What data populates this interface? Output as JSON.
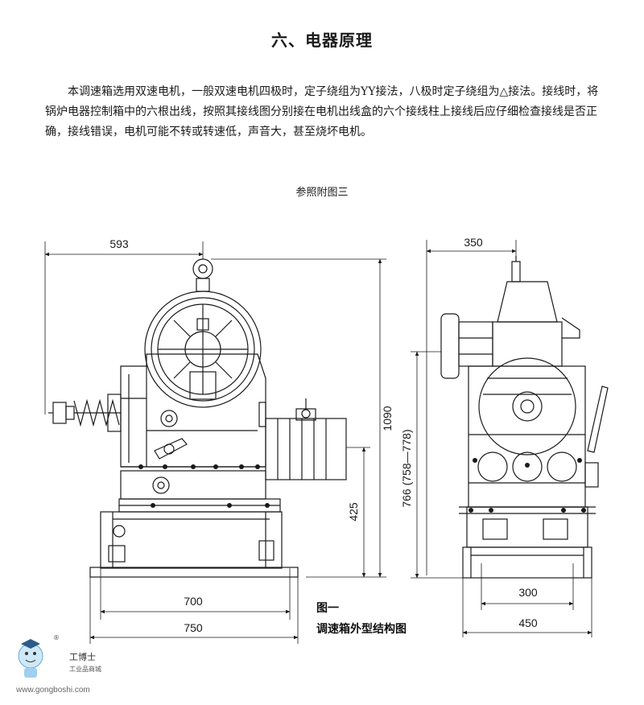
{
  "heading": "六、电器原理",
  "paragraph": "本调速箱选用双速电机，一般双速电机四极时，定子绕组为YY接法，八极时定子绕组为△接法。接线时，将锅炉电器控制箱中的六根出线，按照其接线图分别接在电机出线盒的六个接线柱上接线后应仔细检查接线是否正确，接线错误，电机可能不转或转速低，声音大，甚至烧坏电机。",
  "reference": "参照附图三",
  "front_view": {
    "dim_593": "593",
    "dim_1090": "1090",
    "dim_425": "425",
    "dim_700": "700",
    "dim_750": "750"
  },
  "side_view": {
    "dim_350": "350",
    "dim_766": "766 (758—778)",
    "dim_300": "300",
    "dim_450": "450"
  },
  "caption": {
    "line1": "图一",
    "line2": "调速箱外型结构图"
  },
  "watermark": {
    "name": "工博士",
    "sub": "工业品商城",
    "url": "www.gongboshi.com",
    "mark": "®"
  }
}
